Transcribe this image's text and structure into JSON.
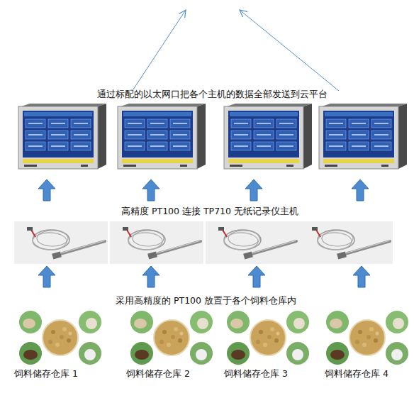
{
  "diagram": {
    "nodes": [
      {
        "text": [
          "饲料储存仓库 1"
        ]
      },
      {
        "text": [
          "饲料储存仓库 2"
        ]
      },
      {
        "text": [
          "饲料储存仓库 3"
        ]
      },
      {
        "text": [
          "饲料储存仓库 4"
        ]
      }
    ],
    "labels": [
      "通过标配的以太网口把各个主机的数据全部发送到云平台",
      "高精度 PT100 连接 TP710 无纸记录仪主机",
      "采用高精度的 PT100 放置于各个饲料仓库内"
    ]
  }
}
